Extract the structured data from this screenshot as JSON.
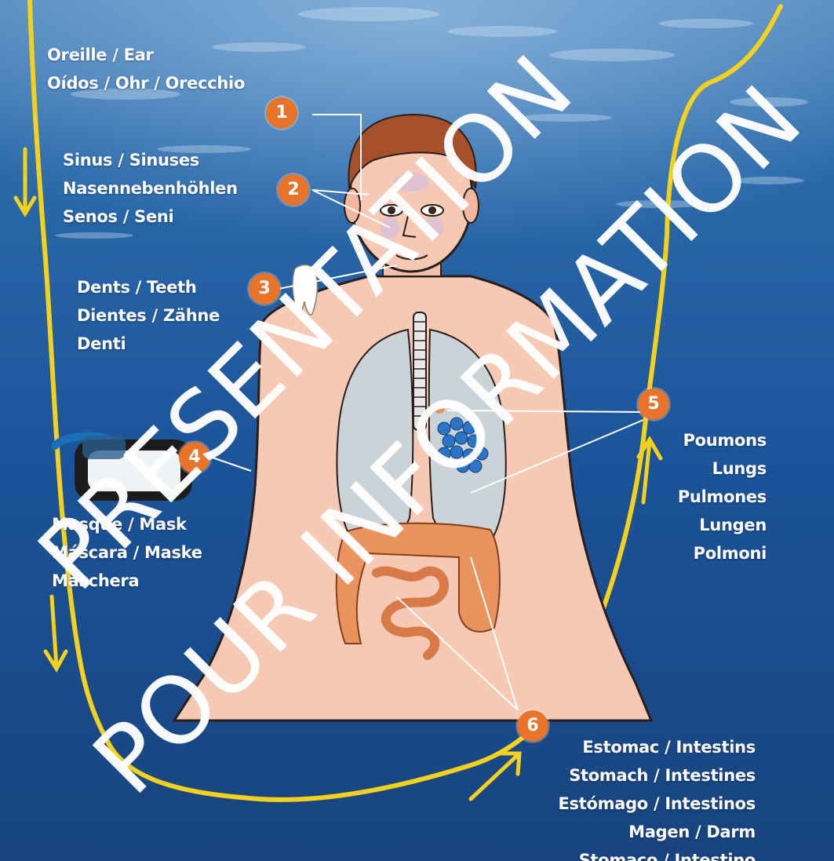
{
  "labels": {
    "ear": [
      "Oreille / Ear",
      "Oídos / Ohr / Orecchio"
    ],
    "sinus": [
      "Sinus / Sinuses",
      "Nasennebenhöhlen",
      "Senos / Seni"
    ],
    "teeth": [
      "Dents / Teeth",
      "Dientes / Zähne",
      "Denti"
    ],
    "mask": [
      "Masque / Mask",
      "Máscara / Maske",
      "Maschera"
    ],
    "lungs": [
      "Poumons",
      "Lungs",
      "Pulmones",
      "Lungen",
      "Polmoni"
    ],
    "stomach": [
      "Estomac / Intestins",
      "Stomach / Intestines",
      "Estómago / Intestinos",
      "Magen / Darm",
      "Stomaco / Intestino"
    ]
  },
  "markers": {
    "m1": "1",
    "m2": "2",
    "m3": "3",
    "m4": "4",
    "m5": "5",
    "m6": "6"
  },
  "watermark": {
    "line1": "PRESENTATION",
    "line2": "POUR INFORMATION"
  },
  "colors": {
    "marker": "#e8732a",
    "path": "#f5d11c",
    "water": "#1f5fa3",
    "skin": "#f6c9b4",
    "intestine": "#e9935f",
    "lung": "#c9d3d8"
  }
}
